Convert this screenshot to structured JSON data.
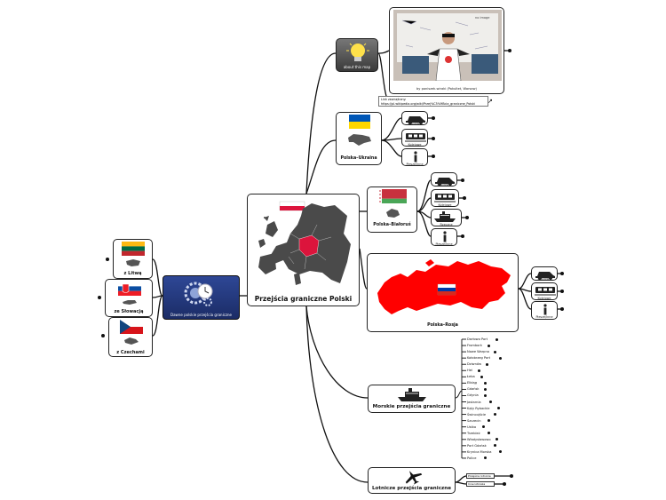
{
  "about": {
    "label": "about this map"
  },
  "photo": {
    "board_text": "no image",
    "caption": "by poniszek.wiraki (Pakultet, Warsaw)"
  },
  "source": {
    "label": "Link zewnętrzny:",
    "url": "https://pl.wikipedia.org/wiki/Przej%C5%9Bcia_graniczne_Polski"
  },
  "central": {
    "title": "Przejścia graniczne Polski"
  },
  "former": {
    "title": "Dawne polskie przejścia graniczne"
  },
  "left_nodes": [
    "z Litwą",
    "ze Słowacją",
    "z Czechami"
  ],
  "ukraine": {
    "title": "Polska–Ukraina",
    "items": [
      "Drogowe",
      "Kolejowe",
      "Piesze/inne"
    ]
  },
  "belarus": {
    "title": "Polska–Białoruś",
    "items": [
      "Drogowe",
      "Kolejowe",
      "Rzeczne",
      "Piesze/inne"
    ]
  },
  "russia": {
    "title": "Polska–Rosja",
    "items": [
      "Drogowe",
      "Kolejowe",
      "Piesze/inne"
    ]
  },
  "sea": {
    "title": "Morskie przejścia graniczne",
    "ports": [
      "Darłowo Port",
      "Frombork",
      "Nowe Warpno",
      "Kołobrzeg Port",
      "Dziwnów",
      "Hel",
      "Łeba",
      "Elbląg",
      "Gdańsk",
      "Gdynia",
      "Jastarnia",
      "Kąty Rybackie",
      "Świnoujście",
      "Szczecin",
      "Ustka",
      "Trzebież",
      "Władysławowo",
      "Port Gdańsk",
      "Krynica Morska",
      "Police"
    ]
  },
  "air": {
    "title": "Lotnicze przejścia graniczne",
    "items": [
      "Przejścia lotnicze",
      "Inne lotniska"
    ]
  },
  "colors": {
    "poland_flag_red": "#dc143c",
    "russia_red": "#ff0000",
    "node_border": "#222222",
    "dark_button": "#2b3f86"
  },
  "icons": [
    "lightbulb-icon",
    "gears-clock-icon",
    "car-icon",
    "train-icon",
    "ship-icon",
    "info-icon",
    "airplane-icon"
  ]
}
